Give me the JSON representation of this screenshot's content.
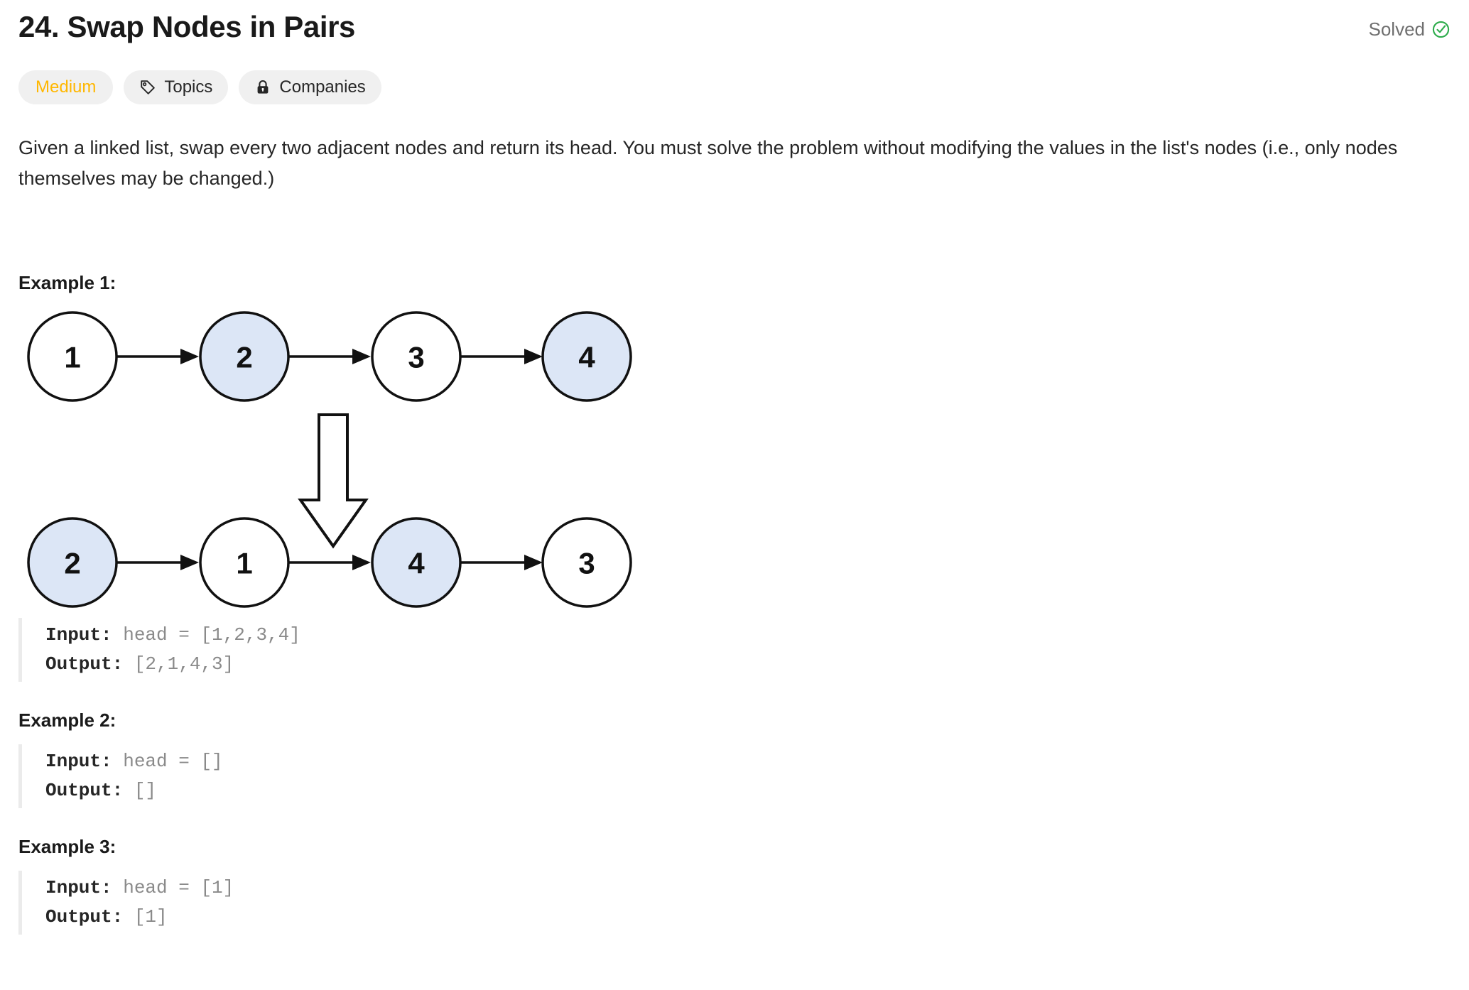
{
  "header": {
    "title": "24. Swap Nodes in Pairs",
    "status_label": "Solved",
    "status_icon": "check-circle-icon",
    "status_color": "#2eac4c"
  },
  "badges": [
    {
      "label": "Medium",
      "icon": null,
      "color": "#ffb700",
      "name": "difficulty-badge"
    },
    {
      "label": "Topics",
      "icon": "tag-icon",
      "color": "#262626",
      "name": "topics-badge"
    },
    {
      "label": "Companies",
      "icon": "lock-icon",
      "color": "#262626",
      "name": "companies-badge"
    }
  ],
  "description": "Given a linked list, swap every two adjacent nodes and return its head. You must solve the problem without modifying the values in the list's nodes (i.e., only nodes themselves may be changed.)",
  "examples": [
    {
      "heading": "Example 1:",
      "input_label": "Input:",
      "input_value": " head = [1,2,3,4]",
      "output_label": "Output:",
      "output_value": " [2,1,4,3]"
    },
    {
      "heading": "Example 2:",
      "input_label": "Input:",
      "input_value": " head = []",
      "output_label": "Output:",
      "output_value": " []"
    },
    {
      "heading": "Example 3:",
      "input_label": "Input:",
      "input_value": " head = [1]",
      "output_label": "Output:",
      "output_value": " [1]"
    }
  ],
  "diagram": {
    "alt": "Linked list 1->2->3->4 transformed into 2->1->4->3",
    "colors": {
      "highlight": "#dce6f6",
      "plain": "#ffffff",
      "stroke": "#111111"
    },
    "top_row": [
      {
        "value": "1",
        "highlighted": false
      },
      {
        "value": "2",
        "highlighted": true
      },
      {
        "value": "3",
        "highlighted": false
      },
      {
        "value": "4",
        "highlighted": true
      }
    ],
    "bottom_row": [
      {
        "value": "2",
        "highlighted": true
      },
      {
        "value": "1",
        "highlighted": false
      },
      {
        "value": "4",
        "highlighted": true
      },
      {
        "value": "3",
        "highlighted": false
      }
    ],
    "transform_arrow": "down-arrow-icon"
  }
}
